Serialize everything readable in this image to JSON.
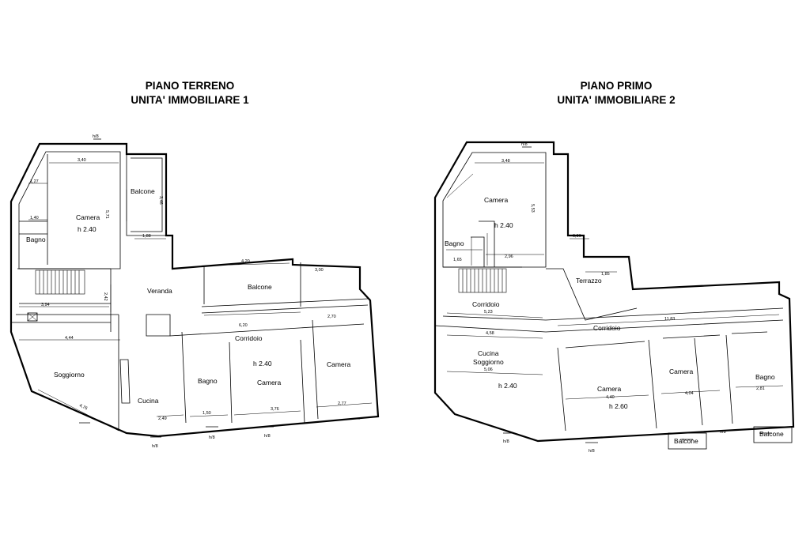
{
  "plans": [
    {
      "title_line1": "PIANO TERRENO",
      "title_line2": "UNITA' IMMOBILIARE 1",
      "rooms": [
        {
          "label": "Camera"
        },
        {
          "label": "h 2.40"
        },
        {
          "label": "Balcone"
        },
        {
          "label": "Bagno"
        },
        {
          "label": "Veranda"
        },
        {
          "label": "Balcone"
        },
        {
          "label": "Corridoio"
        },
        {
          "label": "Soggiorno"
        },
        {
          "label": "Cucina"
        },
        {
          "label": "Bagno"
        },
        {
          "label": "h 2.40"
        },
        {
          "label": "Camera"
        },
        {
          "label": "Camera"
        }
      ],
      "dimensions": [
        {
          "text": "3,40"
        },
        {
          "text": "5,71"
        },
        {
          "text": "3,46"
        },
        {
          "text": "1,27"
        },
        {
          "text": "1,40"
        },
        {
          "text": "1,88"
        },
        {
          "text": "3,94"
        },
        {
          "text": "2,42"
        },
        {
          "text": "4,20"
        },
        {
          "text": "3,00"
        },
        {
          "text": "6,20"
        },
        {
          "text": "2,70"
        },
        {
          "text": "4,44"
        },
        {
          "text": "4,76"
        },
        {
          "text": "2,49"
        },
        {
          "text": "1,50"
        },
        {
          "text": "3,76"
        },
        {
          "text": "2,77"
        },
        {
          "text": "h/8"
        },
        {
          "text": "h/8"
        },
        {
          "text": "h/8"
        },
        {
          "text": "h/8"
        }
      ]
    },
    {
      "title_line1": "PIANO PRIMO",
      "title_line2": "UNITA' IMMOBILIARE 2",
      "rooms": [
        {
          "label": "Camera"
        },
        {
          "label": "h 2.40"
        },
        {
          "label": "Bagno"
        },
        {
          "label": "Corridoio"
        },
        {
          "label": "Terrazzo"
        },
        {
          "label": "Corridoio"
        },
        {
          "label": "Cucina"
        },
        {
          "label": "Soggiorno"
        },
        {
          "label": "h 2.40"
        },
        {
          "label": "Camera"
        },
        {
          "label": "h 2.60"
        },
        {
          "label": "Camera"
        },
        {
          "label": "Bagno"
        },
        {
          "label": "Balcone"
        },
        {
          "label": "Balcone"
        }
      ],
      "dimensions": [
        {
          "text": "3,48"
        },
        {
          "text": "5,53"
        },
        {
          "text": "1,65"
        },
        {
          "text": "2,96"
        },
        {
          "text": "0,96"
        },
        {
          "text": "1,85"
        },
        {
          "text": "5,23"
        },
        {
          "text": "4,58"
        },
        {
          "text": "11,83"
        },
        {
          "text": "5,06"
        },
        {
          "text": "4,40"
        },
        {
          "text": "4,04"
        },
        {
          "text": "2,81"
        },
        {
          "text": "h/8"
        },
        {
          "text": "h/8"
        },
        {
          "text": "h/8"
        },
        {
          "text": "h/8"
        }
      ]
    }
  ]
}
